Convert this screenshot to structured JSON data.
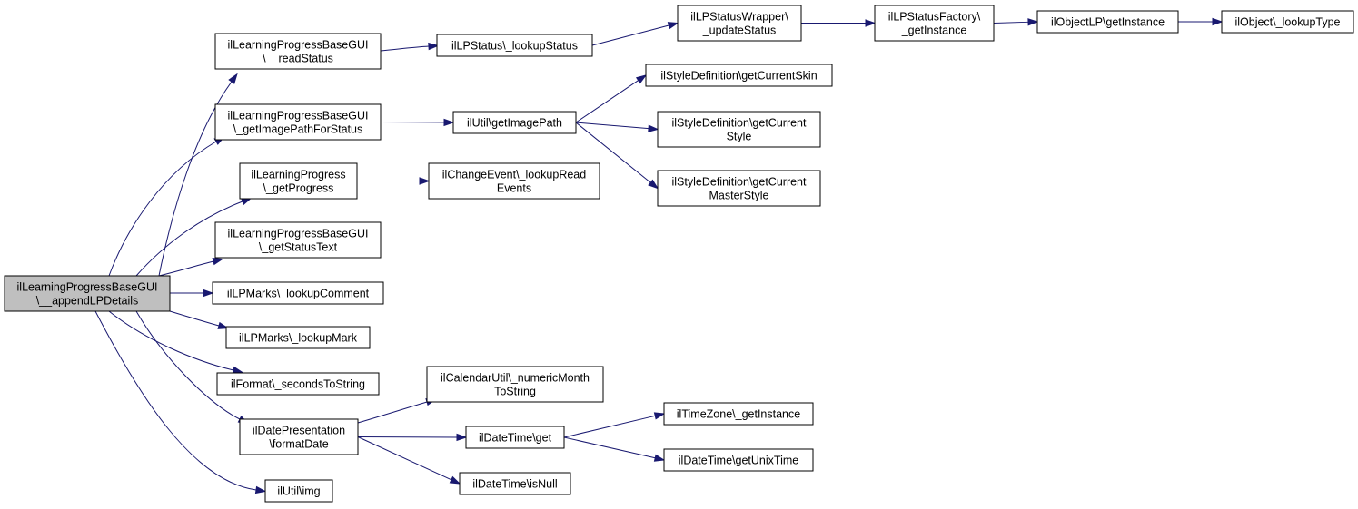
{
  "graph": {
    "nodes": [
      {
        "id": "root",
        "lines": [
          "ilLearningProgressBaseGUI",
          "\\__appendLPDetails"
        ],
        "highlight": true
      },
      {
        "id": "readStatus",
        "lines": [
          "ilLearningProgressBaseGUI",
          "\\__readStatus"
        ]
      },
      {
        "id": "getImagePathForStatus",
        "lines": [
          "ilLearningProgressBaseGUI",
          "\\_getImagePathForStatus"
        ]
      },
      {
        "id": "getProgress",
        "lines": [
          "ilLearningProgress",
          "\\_getProgress"
        ]
      },
      {
        "id": "getStatusText",
        "lines": [
          "ilLearningProgressBaseGUI",
          "\\_getStatusText"
        ]
      },
      {
        "id": "lookupComment",
        "lines": [
          "ilLPMarks\\_lookupComment"
        ]
      },
      {
        "id": "lookupMark",
        "lines": [
          "ilLPMarks\\_lookupMark"
        ]
      },
      {
        "id": "secondsToString",
        "lines": [
          "ilFormat\\_secondsToString"
        ]
      },
      {
        "id": "formatDate",
        "lines": [
          "ilDatePresentation",
          "\\formatDate"
        ]
      },
      {
        "id": "img",
        "lines": [
          "ilUtil\\img"
        ]
      },
      {
        "id": "lookupStatus",
        "lines": [
          "ilLPStatus\\_lookupStatus"
        ]
      },
      {
        "id": "updateStatus",
        "lines": [
          "ilLPStatusWrapper\\",
          "_updateStatus"
        ]
      },
      {
        "id": "statusFactoryGetInstance",
        "lines": [
          "ilLPStatusFactory\\",
          "_getInstance"
        ]
      },
      {
        "id": "objectLPGetInstance",
        "lines": [
          "ilObjectLP\\getInstance"
        ]
      },
      {
        "id": "lookupType",
        "lines": [
          "ilObject\\_lookupType"
        ]
      },
      {
        "id": "getImagePath",
        "lines": [
          "ilUtil\\getImagePath"
        ]
      },
      {
        "id": "getCurrentSkin",
        "lines": [
          "ilStyleDefinition\\getCurrentSkin"
        ]
      },
      {
        "id": "getCurrentStyle",
        "lines": [
          "ilStyleDefinition\\getCurrent",
          "Style"
        ]
      },
      {
        "id": "getCurrentMasterStyle",
        "lines": [
          "ilStyleDefinition\\getCurrent",
          "MasterStyle"
        ]
      },
      {
        "id": "lookupReadEvents",
        "lines": [
          "ilChangeEvent\\_lookupRead",
          "Events"
        ]
      },
      {
        "id": "numericMonthToString",
        "lines": [
          "ilCalendarUtil\\_numericMonth",
          "ToString"
        ]
      },
      {
        "id": "dateTimeGet",
        "lines": [
          "ilDateTime\\get"
        ]
      },
      {
        "id": "isNull",
        "lines": [
          "ilDateTime\\isNull"
        ]
      },
      {
        "id": "timeZoneGetInstance",
        "lines": [
          "ilTimeZone\\_getInstance"
        ]
      },
      {
        "id": "getUnixTime",
        "lines": [
          "ilDateTime\\getUnixTime"
        ]
      }
    ],
    "edges": [
      {
        "from": "root",
        "to": "readStatus"
      },
      {
        "from": "root",
        "to": "getImagePathForStatus"
      },
      {
        "from": "root",
        "to": "getProgress"
      },
      {
        "from": "root",
        "to": "getStatusText"
      },
      {
        "from": "root",
        "to": "lookupComment"
      },
      {
        "from": "root",
        "to": "lookupMark"
      },
      {
        "from": "root",
        "to": "secondsToString"
      },
      {
        "from": "root",
        "to": "formatDate"
      },
      {
        "from": "root",
        "to": "img"
      },
      {
        "from": "readStatus",
        "to": "lookupStatus"
      },
      {
        "from": "lookupStatus",
        "to": "updateStatus"
      },
      {
        "from": "updateStatus",
        "to": "statusFactoryGetInstance"
      },
      {
        "from": "statusFactoryGetInstance",
        "to": "objectLPGetInstance"
      },
      {
        "from": "objectLPGetInstance",
        "to": "lookupType"
      },
      {
        "from": "getImagePathForStatus",
        "to": "getImagePath"
      },
      {
        "from": "getImagePath",
        "to": "getCurrentSkin"
      },
      {
        "from": "getImagePath",
        "to": "getCurrentStyle"
      },
      {
        "from": "getImagePath",
        "to": "getCurrentMasterStyle"
      },
      {
        "from": "getProgress",
        "to": "lookupReadEvents"
      },
      {
        "from": "formatDate",
        "to": "numericMonthToString"
      },
      {
        "from": "formatDate",
        "to": "dateTimeGet"
      },
      {
        "from": "formatDate",
        "to": "isNull"
      },
      {
        "from": "dateTimeGet",
        "to": "timeZoneGetInstance"
      },
      {
        "from": "dateTimeGet",
        "to": "getUnixTime"
      }
    ]
  },
  "colors": {
    "edge": "#191970",
    "node_fill": "#ffffff",
    "root_fill": "#bfbfbf",
    "border": "#000000"
  }
}
